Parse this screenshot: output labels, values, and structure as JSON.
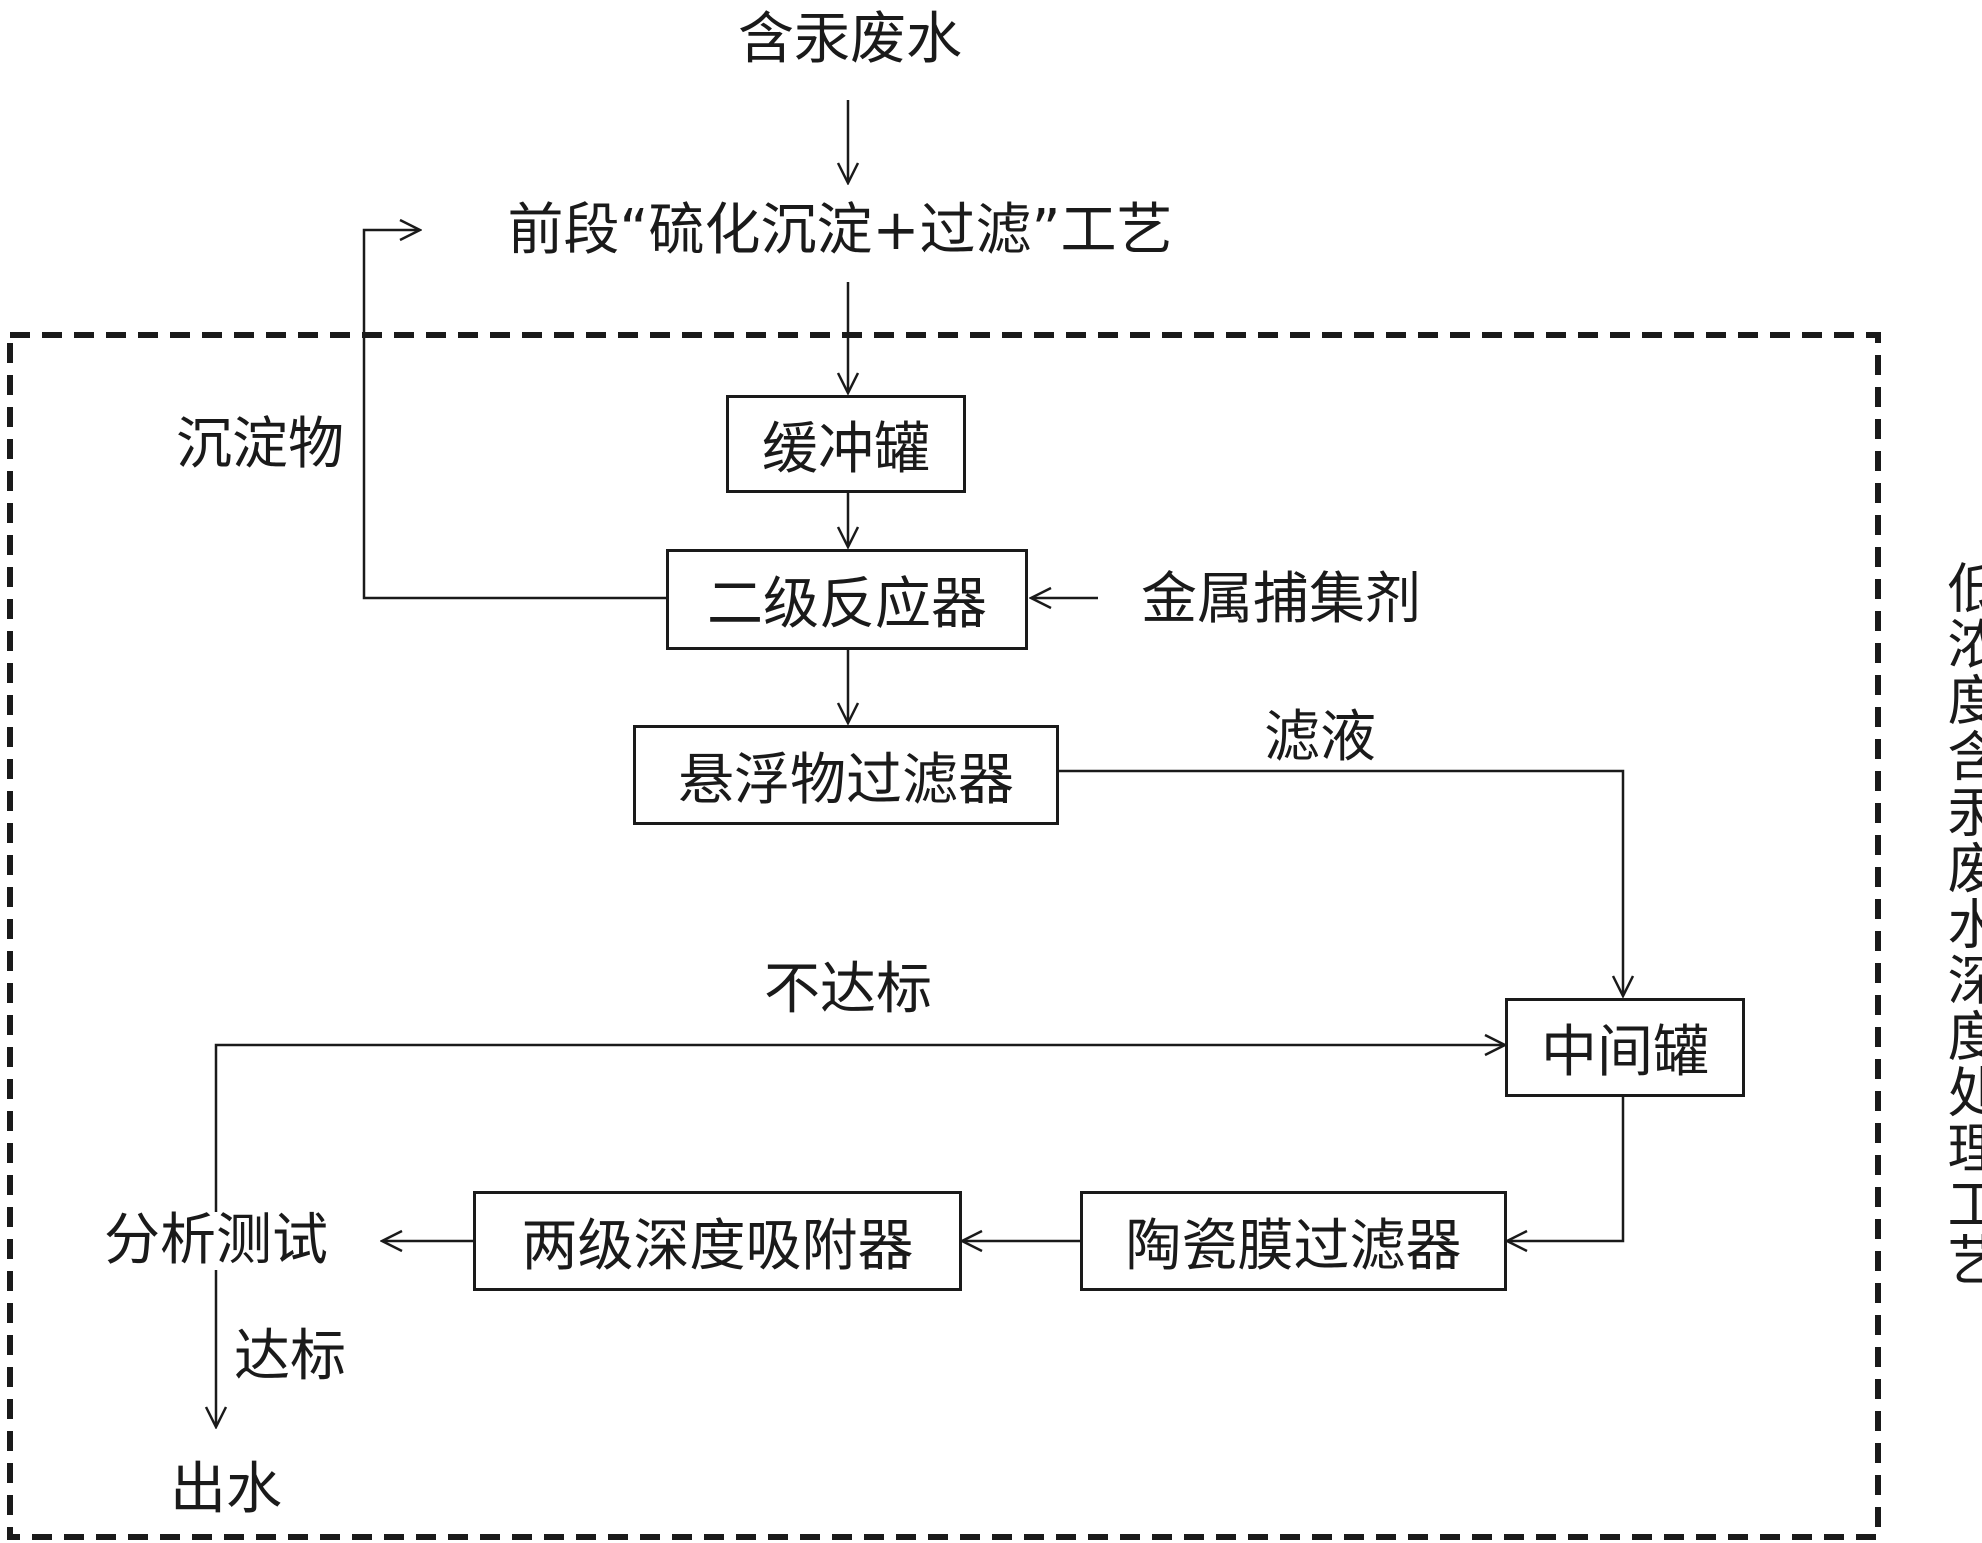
{
  "diagram": {
    "input": "含汞废水",
    "pre_process": "前段“硫化沉淀+过滤”工艺",
    "boxes": {
      "buffer_tank": "缓冲罐",
      "secondary_reactor": "二级反应器",
      "suspended_solids_filter": "悬浮物过滤器",
      "intermediate_tank": "中间罐",
      "ceramic_membrane_filter": "陶瓷膜过滤器",
      "two_stage_adsorber": "两级深度吸附器"
    },
    "labels": {
      "sediment": "沉淀物",
      "metal_collector": "金属捕集剂",
      "filtrate": "滤液",
      "not_qualified": "不达标",
      "analysis_test": "分析测试",
      "qualified": "达标",
      "effluent": "出水"
    },
    "region_title": "低浓度含汞废水深度处理工艺"
  }
}
